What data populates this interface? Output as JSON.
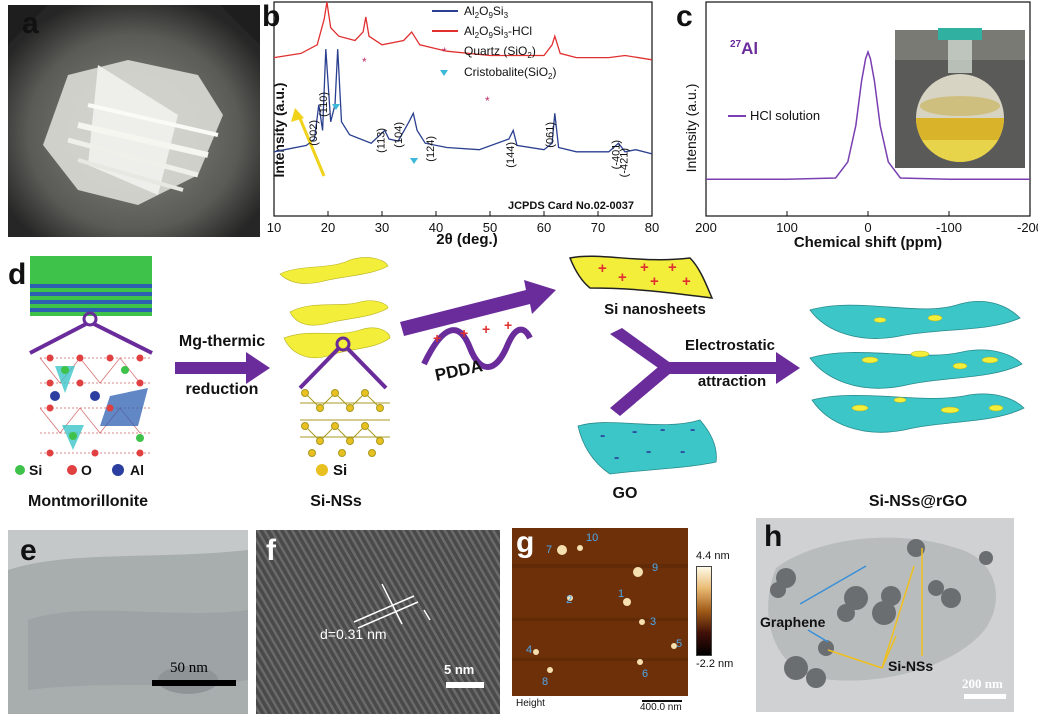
{
  "panels": {
    "a": {
      "letter": "a"
    },
    "b": {
      "letter": "b"
    },
    "c": {
      "letter": "c"
    },
    "d": {
      "letter": "d"
    },
    "e": {
      "letter": "e",
      "scale": "50 nm"
    },
    "f": {
      "letter": "f",
      "scale": "5 nm",
      "dspacing": "d=0.31 nm"
    },
    "g": {
      "letter": "g",
      "cbar_max": "4.4 nm",
      "cbar_min": "-2.2 nm",
      "height": "Height",
      "scale": "400.0 nm",
      "spot_labels": [
        "1",
        "2",
        "3",
        "4",
        "5",
        "6",
        "7",
        "8",
        "9",
        "10"
      ]
    },
    "h": {
      "letter": "h",
      "graphene": "Graphene",
      "sins": "Si-NSs",
      "scale": "200 nm"
    }
  },
  "chart_data": [
    {
      "type": "line",
      "panel": "b",
      "xlabel": "2θ (deg.)",
      "ylabel": "Intensity (a.u.)",
      "xlim": [
        10,
        80
      ],
      "xticks": [
        "10",
        "20",
        "30",
        "40",
        "50",
        "60",
        "70",
        "80"
      ],
      "series": [
        {
          "name": "Al2O9Si3",
          "color": "#2a3f8f",
          "x": [
            10,
            16,
            17.5,
            18.3,
            19,
            19.6,
            20.5,
            21.3,
            21.8,
            22.5,
            24,
            28,
            30.5,
            31.3,
            33,
            35,
            35.8,
            36.5,
            38,
            42,
            48,
            53.5,
            54.3,
            55,
            60,
            61.5,
            62,
            62.7,
            66,
            72,
            73.8,
            75,
            77,
            80
          ],
          "y": [
            0.3,
            0.33,
            0.36,
            0.52,
            0.4,
            0.78,
            0.44,
            0.52,
            0.78,
            0.44,
            0.38,
            0.34,
            0.4,
            0.36,
            0.35,
            0.44,
            0.48,
            0.4,
            0.34,
            0.32,
            0.31,
            0.36,
            0.4,
            0.33,
            0.31,
            0.34,
            0.48,
            0.32,
            0.3,
            0.3,
            0.34,
            0.3,
            0.31,
            0.29
          ]
        },
        {
          "name": "Al2O9Si3-HCl",
          "color": "#e03030",
          "x": [
            10,
            15,
            18,
            19.3,
            19.8,
            20.5,
            22,
            25,
            26.5,
            27,
            27.6,
            30,
            34,
            35.5,
            37,
            42,
            50,
            55,
            60,
            61.5,
            62,
            63,
            66,
            72,
            75,
            80
          ],
          "y": [
            0.74,
            0.76,
            0.8,
            0.92,
            1.0,
            0.88,
            0.84,
            0.82,
            0.86,
            0.93,
            0.84,
            0.8,
            0.82,
            0.86,
            0.8,
            0.77,
            0.75,
            0.75,
            0.75,
            0.8,
            0.84,
            0.76,
            0.74,
            0.74,
            0.75,
            0.73
          ]
        }
      ],
      "peak_labels": [
        "(002)",
        "(110)",
        "(113)",
        "(104)",
        "(124)",
        "(144)",
        "(061)",
        "(-401)",
        "(-421)"
      ],
      "legend": [
        "Al2O9Si3",
        "Al2O9Si3-HCl",
        "Quartz (SiO2)",
        "Cristobalite(SiO2)"
      ],
      "annotation": "JCPDS Card No.02-0037"
    },
    {
      "type": "line",
      "panel": "c",
      "title": "27Al",
      "xlabel": "Chemical shift (ppm)",
      "ylabel": "Intensity (a.u.)",
      "xlim": [
        200,
        -200
      ],
      "xticks": [
        "200",
        "100",
        "0",
        "-100",
        "-200"
      ],
      "series": [
        {
          "name": "HCl solution",
          "color": "#7a3fb0",
          "x": [
            200,
            100,
            40,
            25,
            15,
            8,
            3,
            0,
            -3,
            -8,
            -15,
            -25,
            -40,
            -100,
            -200
          ],
          "y": [
            0.05,
            0.05,
            0.06,
            0.18,
            0.45,
            0.78,
            0.95,
            1.0,
            0.95,
            0.78,
            0.45,
            0.18,
            0.06,
            0.05,
            0.05
          ]
        }
      ]
    }
  ],
  "schematic": {
    "si_legend": "Si",
    "o_legend": "O",
    "al_legend": "Al",
    "montmorillonite": "Montmorillonite",
    "mg_thermic_1": "Mg-thermic",
    "mg_thermic_2": "reduction",
    "si_atom": "Si",
    "si_nss": "Si-NSs",
    "pdda": "PDDA",
    "si_nanosheets": "Si nanosheets",
    "electrostatic_1": "Electrostatic",
    "electrostatic_2": "attraction",
    "go": "GO",
    "product": "Si-NSs@rGO",
    "colors": {
      "purple": "#6a2c9a",
      "yellow": "#f2ee3a",
      "cyan": "#3cc6c8",
      "green": "#3fc24a",
      "blue": "#2c5fb0"
    }
  }
}
